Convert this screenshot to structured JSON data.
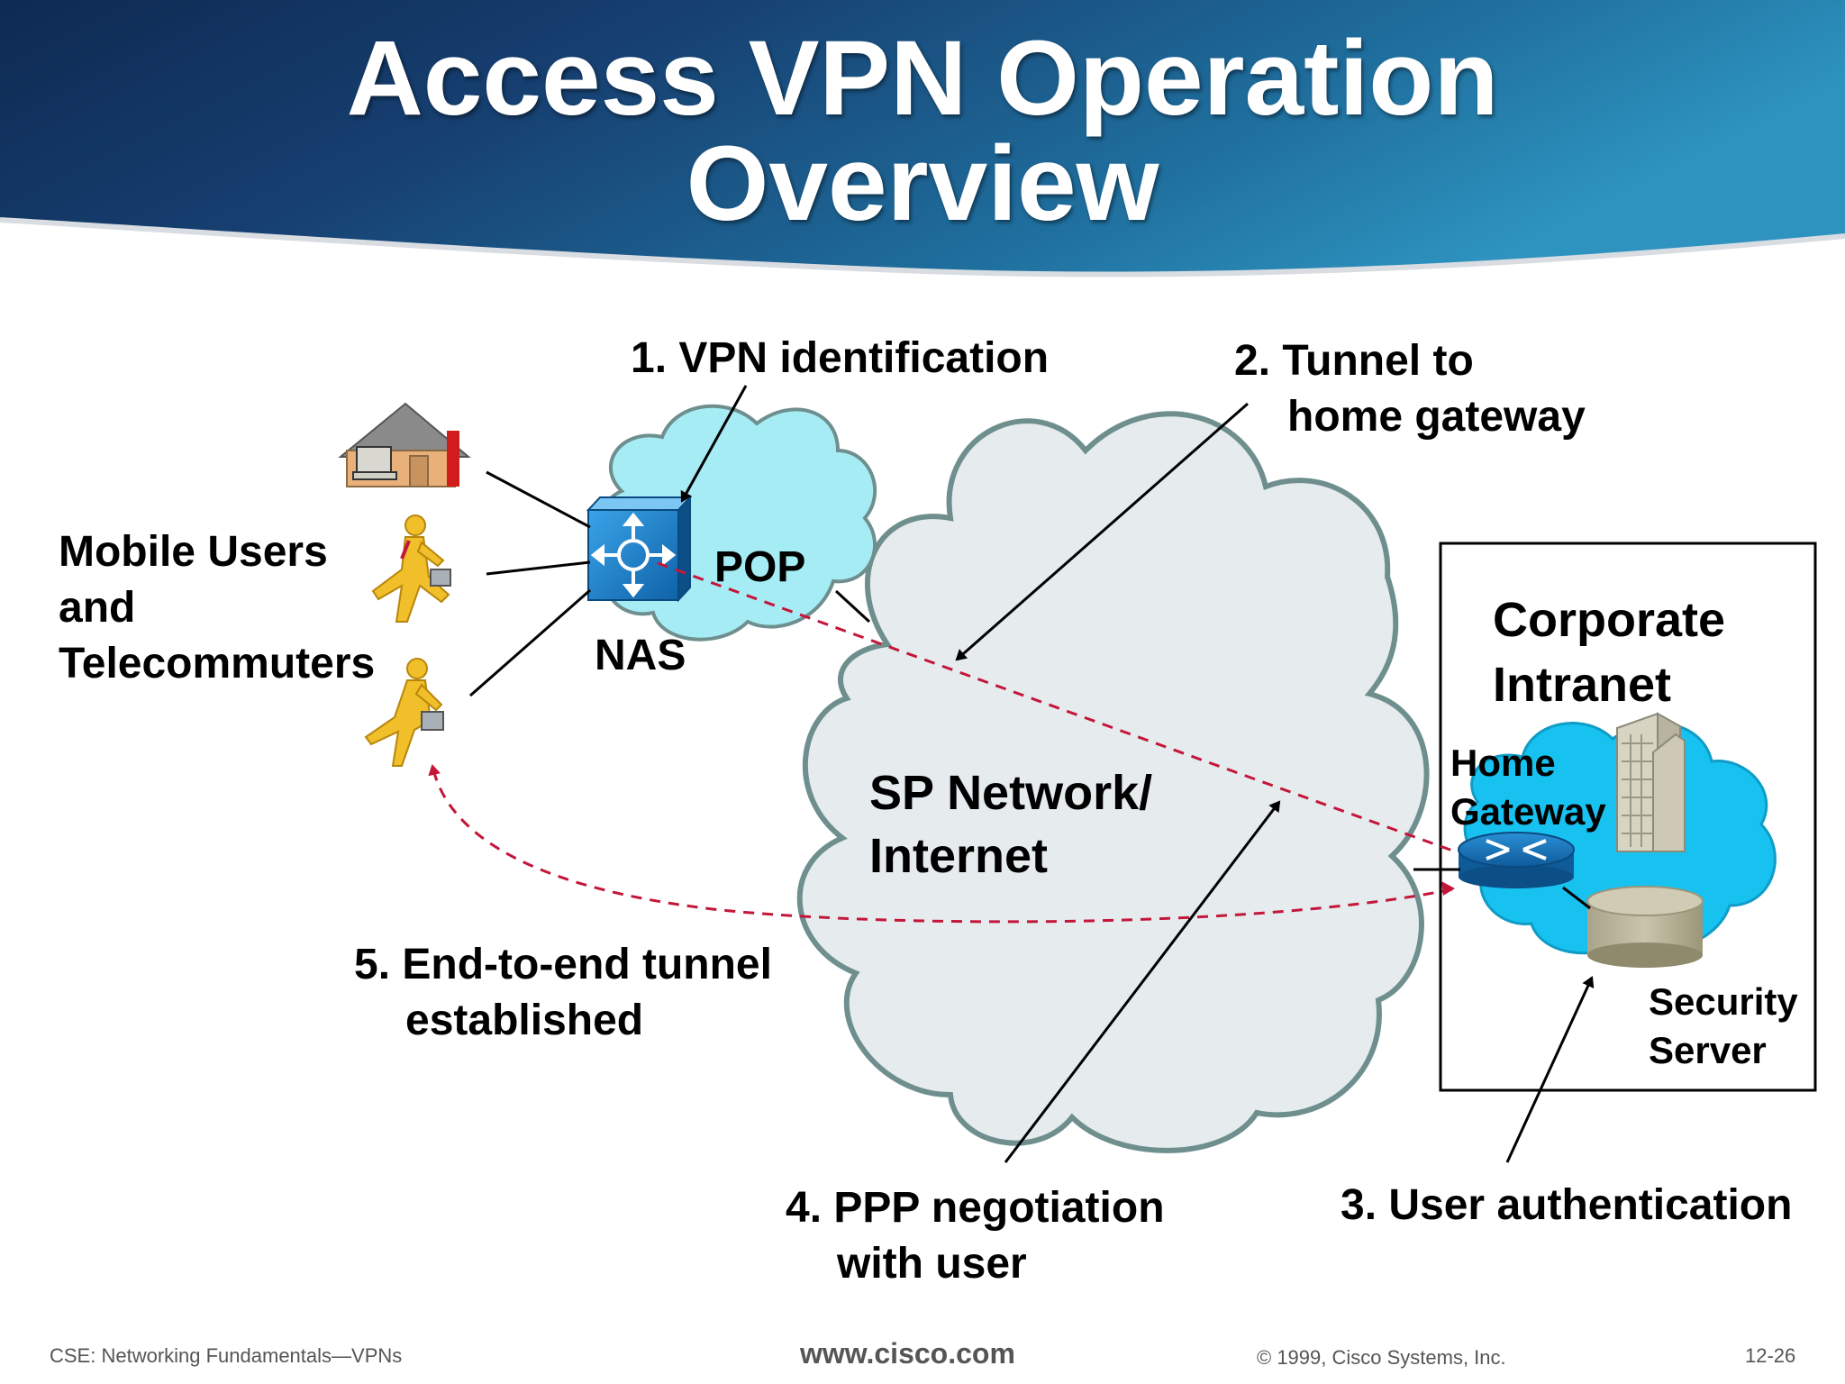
{
  "title": {
    "line1": "Access VPN Operation",
    "line2": "Overview"
  },
  "labels": {
    "mobile_users": [
      "Mobile Users",
      "and",
      "Telecommuters"
    ],
    "nas": "NAS",
    "pop": "POP",
    "sp_network": [
      "SP Network/",
      "Internet"
    ],
    "corporate_intranet": [
      "Corporate",
      "Intranet"
    ],
    "home_gateway": [
      "Home",
      "Gateway"
    ],
    "security_server": [
      "Security",
      "Server"
    ]
  },
  "steps": {
    "step1": [
      "1. VPN identification"
    ],
    "step2": [
      "2. Tunnel to",
      "home gateway"
    ],
    "step3": [
      "3. User authentication"
    ],
    "step4": [
      "4. PPP negotiation",
      "with user"
    ],
    "step5": [
      "5. End-to-end tunnel",
      "established"
    ]
  },
  "footer": {
    "left": "CSE: Networking Fundamentals—VPNs",
    "center": "www.cisco.com",
    "copyright": "© 1999, Cisco Systems, Inc.",
    "page": "12-26"
  },
  "colors": {
    "banner_dark": "#12335e",
    "banner_light": "#2a86b5",
    "pop_cloud": "#a6ecf4",
    "internet_cloud": "#e6ecee",
    "cloud_outline": "#6f8f8f",
    "intranet_cloud": "#17c2f0",
    "tunnel_dash": "#c4163a",
    "nas_blue": "#1f7fc7",
    "person_yellow": "#f0bf2a"
  }
}
